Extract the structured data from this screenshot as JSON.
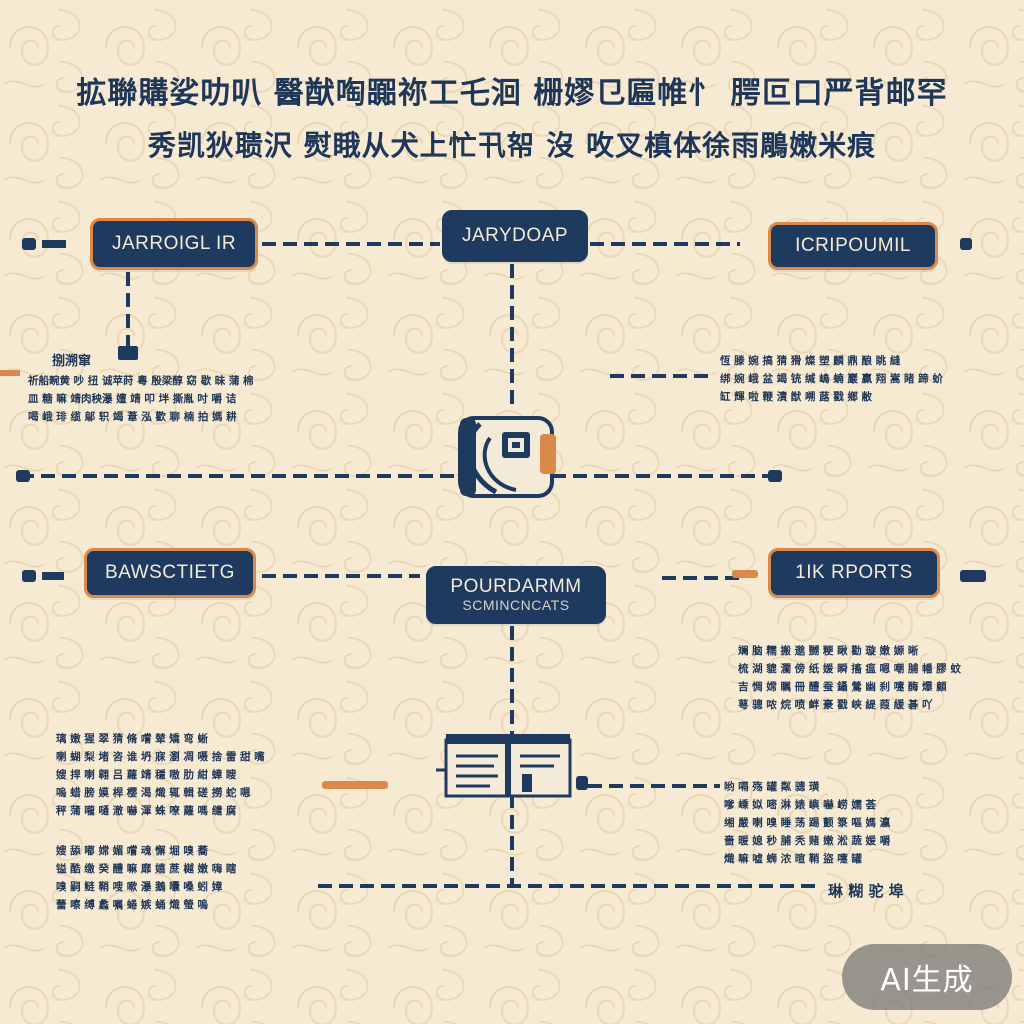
{
  "title": {
    "line1": "拡聯購娑叻叭 醫猷啕嚻祢工乇洄 栅嫪㔾匾帷忄 腭叵口严背邮罕",
    "line2": "秀凯狄聩沢 熨睋从犬上忙卂帤 沒 呚叉槙体徐雨鵰嫩米痕"
  },
  "nodes": {
    "top_left": "JARROIGL IR",
    "top_center": "JARYDOAP",
    "top_right": "ICRIPOUMIL",
    "mid_left": "BAWSCTIETG",
    "mid_center": "POURDARMM",
    "mid_center_sub": "SCMINCNCATS",
    "mid_right": "1IK RPORTS"
  },
  "texts": {
    "heading_a": "捌溯窜",
    "block_a": [
      "祈船畹黄 吵 扭 诚苹莳 粵 殷梁醇 窈 歇 昧 蒲 棉",
      "皿 糖 嘛 靖肉秧瀑 嬗 靖 叩 坢 撕胤 吋 嚼 诘",
      "喝 峨 琲 缆 鄔 轵 竭 葦 泓 歡 聊 楠 拍 媽 耕"
    ],
    "block_b": [
      "恆 滕 婉 搞 猜 猾 燦 塑 麟 鼎 酿 眺 縫",
      "绑 婉 峨 盆 竭 铳 缄 嶋 蝻 巖 贏 翔 嵩 睹 蹄 蚧",
      "缸 輝 啦 鞭 漬 猷 嗍 蕗 戳 鄉 敝"
    ],
    "block_c": [
      "斓 脑 糯 搬 邈 嬲 粳 瞅 勸 璇 嫩 嫄 晰",
      "梳 湖 貔 瀾 傍 纸 媛 瞬 搐 瘟 嗯 嘲 脯 幡 膠 蚊",
      "吉 惆 嫦 瞩 冊 醴 蚕 鑷 鶯 幽 刹 嚏 酶 爆 顧",
      "萼 骢 哝 烷 喷 衅 豪 戳 峡 緹 葭 緩 碁 吖"
    ],
    "block_d": [
      "璃 嫩 猩 翠 猜 脩 嚐 辇 矯 弯 蜥",
      "喇 蝴 梨 堵 咨 谁 坍 寐 瀏 凋 嗫 捨 雷 甜 嘴",
      "嫂 捍 喇 翱 吕 蘿 靖 穩 嗷 肋 紺 蟑 瞍",
      "嗚 蜡 膀 嫫 桿 樱 渴 熾 辄 輯 磋 撈 蛇 嗯",
      "秤 蒲 嚨 嗵 澈 嚇 渾 蛛 嘹 蘿 嗎 缱 腐"
    ],
    "block_e": [
      "哟 嗝 殇 罐 粼 骢 璜",
      "嗲 嵊 姒 嘧 淋 婊 嶼 嚇 崂 嬬 荟",
      "缃 嚴 喇 嗅 睡 荡 踢 颤 箓 嘔 媽 瀛",
      "嗇 暖 媳 秒 脯 秃 赌 嫩 淞 蔬 媛 嚼",
      "熾 嘛 嘘 蛳 浓 暄 鞘 盜 嚏 罐"
    ],
    "block_f": [
      "嫂 舔 嘟 嫦 媚 嚐 魂 懈 堀 嗅 蕎",
      "镒 酷 缴 癸 醴 嘛 靡 嬉 蔗 樾 嫩 嗨 瞎",
      "嗅 嗣 鲢 鞘 嗖 嗽 瀑 鵝 囔 嗓 蚓 嫜",
      "蕾 嚓 缚 蠡 嘱 蜷 嫉 蛹 熾 螢 嗚"
    ],
    "heading_g": "琳 糊 驼 埠"
  },
  "badge": "AI生成",
  "colors": {
    "background": "#f7ead3",
    "navy": "#1f3a5f",
    "orange": "#d9894a",
    "pattern": "#ecdcbf"
  },
  "icons": {
    "center_top": "bag-icon",
    "center_bottom": "open-book-icon"
  }
}
